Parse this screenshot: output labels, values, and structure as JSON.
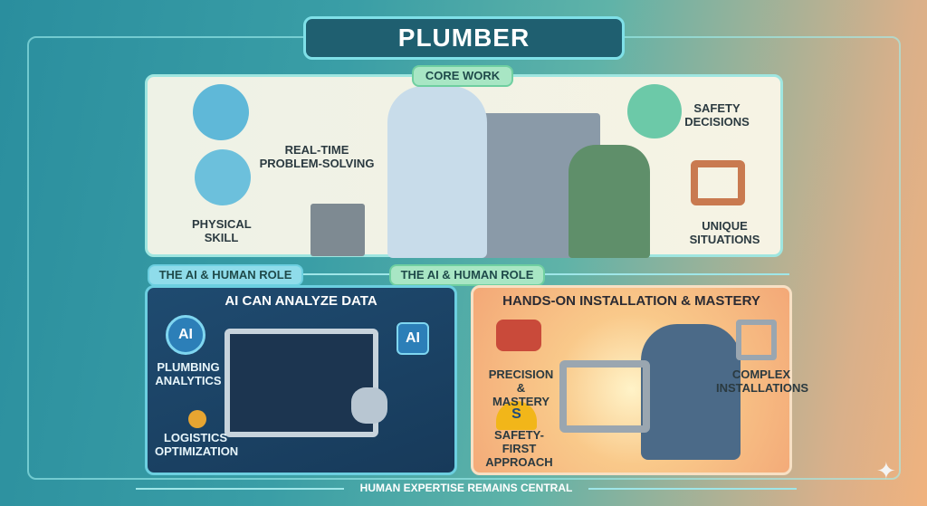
{
  "title": "PLUMBER",
  "core_work": {
    "label": "CORE WORK",
    "items": [
      "REAL-TIME PROBLEM-SOLVING",
      "PHYSICAL SKILL",
      "SAFETY DECISIONS",
      "UNIQUE SITUATIONS"
    ]
  },
  "role_labels": [
    "THE AI & HUMAN ROLE",
    "THE AI & HUMAN ROLE"
  ],
  "ai_panel": {
    "heading": "AI CAN ANALYZE DATA",
    "items": [
      "PLUMBING ANALYTICS",
      "LOGISTICS OPTIMIZATION"
    ],
    "badge": "AI"
  },
  "human_panel": {
    "heading": "HANDS-ON INSTALLATION & MASTERY",
    "items": [
      "PRECISION & MASTERY",
      "COMPLEX INSTALLATIONS",
      "SAFETY-FIRST APPROACH"
    ],
    "shield_letter": "S"
  },
  "footer": "HUMAN EXPERTISE REMAINS CENTRAL"
}
